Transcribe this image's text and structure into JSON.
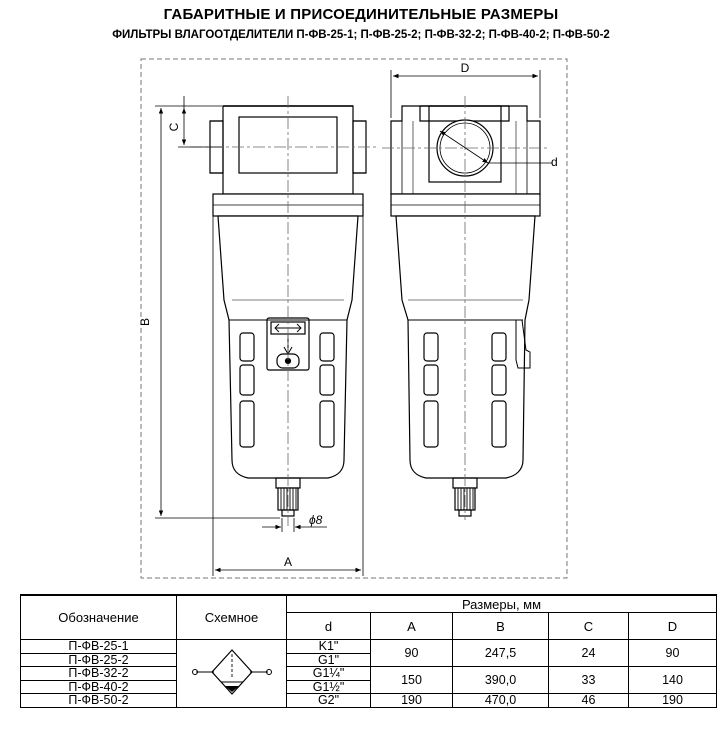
{
  "header": {
    "title": "ГАБАРИТНЫЕ И ПРИСОЕДИНИТЕЛЬНЫЕ РАЗМЕРЫ",
    "subtitle": "ФИЛЬТРЫ ВЛАГООТДЕЛИТЕЛИ П-ФВ-25-1; П-ФВ-25-2; П-ФВ-32-2; П-ФВ-40-2; П-ФВ-50-2"
  },
  "drawing": {
    "dim_labels": {
      "A": "A",
      "B": "B",
      "C": "C",
      "D": "D",
      "d": "d",
      "phi8": "ϕ8"
    }
  },
  "table": {
    "col_designation": "Обозначение",
    "col_scheme": "Схемное",
    "group_header": "Размеры, мм",
    "sub_headers": [
      "d",
      "A",
      "B",
      "C",
      "D"
    ],
    "rows": [
      {
        "name": "П-ФВ-25-1",
        "d": "K1\""
      },
      {
        "name": "П-ФВ-25-2",
        "d": "G1\""
      },
      {
        "name": "П-ФВ-32-2",
        "d": "G1¼\""
      },
      {
        "name": "П-ФВ-40-2",
        "d": "G1½\""
      },
      {
        "name": "П-ФВ-50-2",
        "d": "G2\""
      }
    ],
    "group1": {
      "A": "90",
      "B": "247,5",
      "C": "24",
      "D": "90"
    },
    "group2": {
      "A": "150",
      "B": "390,0",
      "C": "33",
      "D": "140"
    },
    "group3": {
      "A": "190",
      "B": "470,0",
      "C": "46",
      "D": "190"
    }
  }
}
